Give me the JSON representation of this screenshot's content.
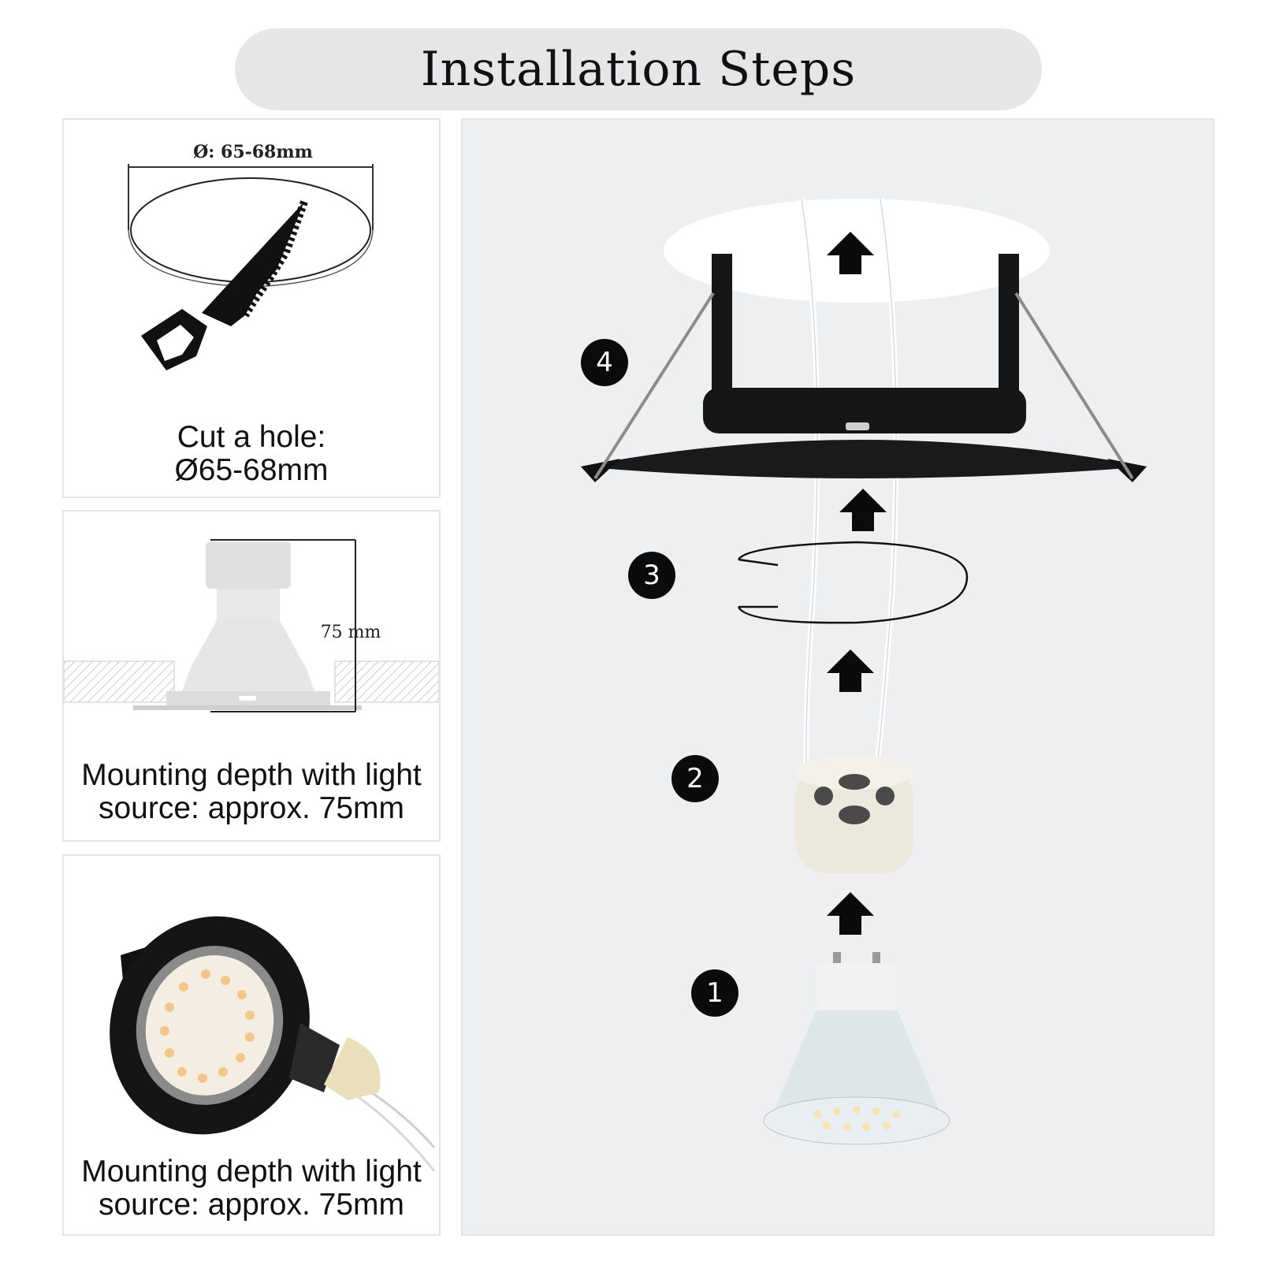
{
  "title": "Installation Steps",
  "panel_cut": {
    "dimension_label": "Ø: 65-68mm",
    "caption_line1": "Cut a hole:",
    "caption_line2": "Ø65-68mm",
    "icon": "saw-icon"
  },
  "panel_depth": {
    "dimension_label": "75 mm",
    "caption_line1": "Mounting depth with light",
    "caption_line2": "source: approx. 75mm"
  },
  "panel_product": {
    "caption_line1": "Mounting depth with light",
    "caption_line2": "source: approx. 75mm"
  },
  "steps": [
    {
      "number": "1",
      "part": "gu10-bulb"
    },
    {
      "number": "2",
      "part": "gu10-socket"
    },
    {
      "number": "3",
      "part": "retaining-spring-ring"
    },
    {
      "number": "4",
      "part": "recessed-frame"
    }
  ],
  "colors": {
    "title_pill": "#e6e6e8",
    "main_bg": "#eeeff1",
    "badge": "#0b0b0b",
    "frame": "#1a1a1a"
  }
}
